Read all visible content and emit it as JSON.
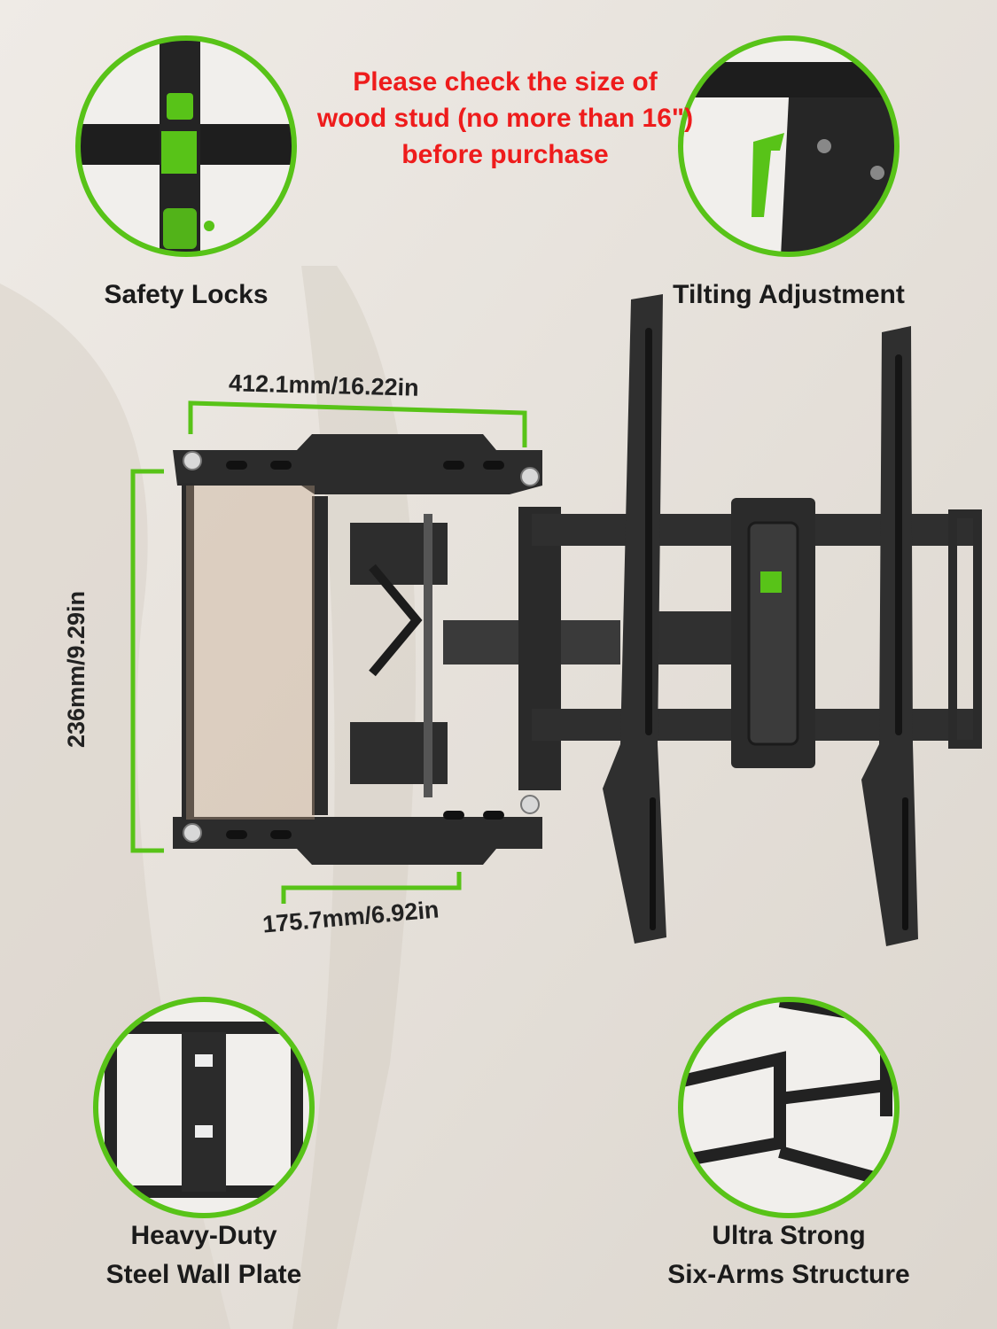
{
  "warning": {
    "line1": "Please check the size of",
    "line2": "wood stud (no more than 16\")",
    "line3": "before purchase"
  },
  "features": {
    "safety_locks": "Safety Locks",
    "tilting": "Tilting Adjustment",
    "wall_plate_line1": "Heavy-Duty",
    "wall_plate_line2": "Steel Wall Plate",
    "arms_line1": "Ultra Strong",
    "arms_line2": "Six-Arms Structure"
  },
  "dimensions": {
    "width": "412.1mm/16.22in",
    "height": "236mm/9.29in",
    "bottom_width": "175.7mm/6.92in"
  },
  "colors": {
    "accent_green": "#58c318",
    "warning_red": "#ee1c1c",
    "steel": "#2c2c2c"
  }
}
